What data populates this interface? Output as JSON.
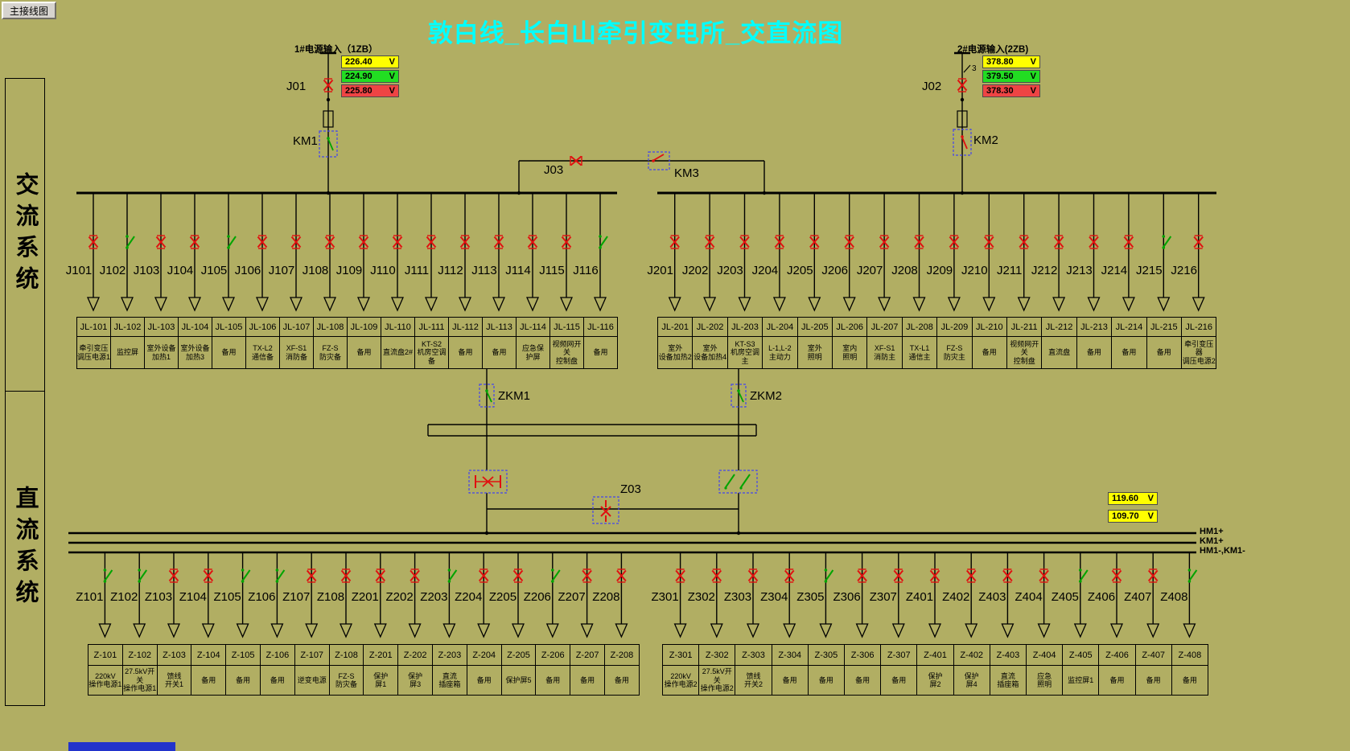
{
  "colors": {
    "background": "#b1ae63",
    "title": "#00ffff",
    "line": "#000000",
    "closed_switch": "#e01010",
    "open_switch": "#00a400",
    "device_box": "#4444ee",
    "bottom_bar": "#2233cc"
  },
  "app": {
    "nav_button": "主接线图",
    "title": "敦白线_长白山牵引变电所_交直流图"
  },
  "side_panels": {
    "ac": "交流系统",
    "dc": "直流系统"
  },
  "source1": {
    "label": "1#电源输入（1ZB）",
    "breaker": "J01",
    "contactor": "KM1",
    "readouts": [
      {
        "value": "226.40",
        "unit": "V",
        "bg": "#ffff00"
      },
      {
        "value": "224.90",
        "unit": "V",
        "bg": "#22dd22"
      },
      {
        "value": "225.80",
        "unit": "V",
        "bg": "#ee4444"
      }
    ]
  },
  "source2": {
    "label": "2#电源输入(2ZB)",
    "breaker": "J02",
    "contactor": "KM2",
    "phase_mark": "3",
    "readouts": [
      {
        "value": "378.80",
        "unit": "V",
        "bg": "#ffff00"
      },
      {
        "value": "379.50",
        "unit": "V",
        "bg": "#22dd22"
      },
      {
        "value": "378.30",
        "unit": "V",
        "bg": "#ee4444"
      }
    ]
  },
  "bus_tie": {
    "breaker": "J03",
    "contactor": "KM3"
  },
  "dc_link": {
    "left_switch": "ZKM1",
    "right_switch": "ZKM2",
    "tie": "Z03"
  },
  "dc_readouts": [
    {
      "value": "119.60",
      "unit": "V",
      "bg": "#ffff00"
    },
    {
      "value": "109.70",
      "unit": "V",
      "bg": "#ffff00"
    }
  ],
  "dc_bus_labels": [
    "HM1+",
    "KM1+",
    "HM1-,KM1-"
  ],
  "ac_left_feeders": [
    {
      "id": "J101",
      "box": "JL-101",
      "desc": "牵引变压\n调压电源1",
      "state": "closed"
    },
    {
      "id": "J102",
      "box": "JL-102",
      "desc": "监控屏",
      "state": "open"
    },
    {
      "id": "J103",
      "box": "JL-103",
      "desc": "室外设备\n加热1",
      "state": "closed"
    },
    {
      "id": "J104",
      "box": "JL-104",
      "desc": "室外设备\n加热3",
      "state": "closed"
    },
    {
      "id": "J105",
      "box": "JL-105",
      "desc": "备用",
      "state": "open"
    },
    {
      "id": "J106",
      "box": "JL-106",
      "desc": "TX-L2\n通信备",
      "state": "closed"
    },
    {
      "id": "J107",
      "box": "JL-107",
      "desc": "XF-S1\n消防备",
      "state": "closed"
    },
    {
      "id": "J108",
      "box": "JL-108",
      "desc": "FZ-S\n防灾备",
      "state": "closed"
    },
    {
      "id": "J109",
      "box": "JL-109",
      "desc": "备用",
      "state": "closed"
    },
    {
      "id": "J110",
      "box": "JL-110",
      "desc": "直流盘2#",
      "state": "closed"
    },
    {
      "id": "J111",
      "box": "JL-111",
      "desc": "KT-S2\n机房空调备",
      "state": "closed"
    },
    {
      "id": "J112",
      "box": "JL-112",
      "desc": "备用",
      "state": "closed"
    },
    {
      "id": "J113",
      "box": "JL-113",
      "desc": "备用",
      "state": "closed"
    },
    {
      "id": "J114",
      "box": "JL-114",
      "desc": "应急保\n护屏",
      "state": "closed"
    },
    {
      "id": "J115",
      "box": "JL-115",
      "desc": "视频网开关\n控制盘",
      "state": "closed"
    },
    {
      "id": "J116",
      "box": "JL-116",
      "desc": "备用",
      "state": "open"
    }
  ],
  "ac_right_feeders": [
    {
      "id": "J201",
      "box": "JL-201",
      "desc": "室外\n设备加热2",
      "state": "closed"
    },
    {
      "id": "J202",
      "box": "JL-202",
      "desc": "室外\n设备加热4",
      "state": "closed"
    },
    {
      "id": "J203",
      "box": "JL-203",
      "desc": "KT-S3\n机房空调主",
      "state": "closed"
    },
    {
      "id": "J204",
      "box": "JL-204",
      "desc": "L-1,L-2\n主动力",
      "state": "closed"
    },
    {
      "id": "J205",
      "box": "JL-205",
      "desc": "室外\n照明",
      "state": "closed"
    },
    {
      "id": "J206",
      "box": "JL-206",
      "desc": "室内\n照明",
      "state": "closed"
    },
    {
      "id": "J207",
      "box": "JL-207",
      "desc": "XF-S1\n消防主",
      "state": "closed"
    },
    {
      "id": "J208",
      "box": "JL-208",
      "desc": "TX-L1\n通信主",
      "state": "closed"
    },
    {
      "id": "J209",
      "box": "JL-209",
      "desc": "FZ-S\n防灾主",
      "state": "closed"
    },
    {
      "id": "J210",
      "box": "JL-210",
      "desc": "备用",
      "state": "closed"
    },
    {
      "id": "J211",
      "box": "JL-211",
      "desc": "视频网开关\n控制盘",
      "state": "closed"
    },
    {
      "id": "J212",
      "box": "JL-212",
      "desc": "直流盘",
      "state": "closed"
    },
    {
      "id": "J213",
      "box": "JL-213",
      "desc": "备用",
      "state": "closed"
    },
    {
      "id": "J214",
      "box": "JL-214",
      "desc": "备用",
      "state": "closed"
    },
    {
      "id": "J215",
      "box": "JL-215",
      "desc": "备用",
      "state": "open"
    },
    {
      "id": "J216",
      "box": "JL-216",
      "desc": "牵引变压器\n调压电源2",
      "state": "closed"
    }
  ],
  "dc_left_feeders": [
    {
      "id": "Z101",
      "box": "Z-101",
      "desc": "220kV\n操作电源1",
      "state": "open"
    },
    {
      "id": "Z102",
      "box": "Z-102",
      "desc": "27.5kV开关\n操作电源1",
      "state": "open"
    },
    {
      "id": "Z103",
      "box": "Z-103",
      "desc": "馈线\n开关1",
      "state": "closed"
    },
    {
      "id": "Z104",
      "box": "Z-104",
      "desc": "备用",
      "state": "closed"
    },
    {
      "id": "Z105",
      "box": "Z-105",
      "desc": "备用",
      "state": "open"
    },
    {
      "id": "Z106",
      "box": "Z-106",
      "desc": "备用",
      "state": "open"
    },
    {
      "id": "Z107",
      "box": "Z-107",
      "desc": "逆变电源",
      "state": "closed"
    },
    {
      "id": "Z108",
      "box": "Z-108",
      "desc": "FZ-S\n防灾备",
      "state": "closed"
    },
    {
      "id": "Z201",
      "box": "Z-201",
      "desc": "保护\n屏1",
      "state": "closed"
    },
    {
      "id": "Z202",
      "box": "Z-202",
      "desc": "保护\n屏3",
      "state": "closed"
    },
    {
      "id": "Z203",
      "box": "Z-203",
      "desc": "直流\n插座箱",
      "state": "open"
    },
    {
      "id": "Z204",
      "box": "Z-204",
      "desc": "备用",
      "state": "closed"
    },
    {
      "id": "Z205",
      "box": "Z-205",
      "desc": "保护屏5",
      "state": "closed"
    },
    {
      "id": "Z206",
      "box": "Z-206",
      "desc": "备用",
      "state": "open"
    },
    {
      "id": "Z207",
      "box": "Z-207",
      "desc": "备用",
      "state": "closed"
    },
    {
      "id": "Z208",
      "box": "Z-208",
      "desc": "备用",
      "state": "closed"
    }
  ],
  "dc_right_feeders": [
    {
      "id": "Z301",
      "box": "Z-301",
      "desc": "220kV\n操作电源2",
      "state": "closed"
    },
    {
      "id": "Z302",
      "box": "Z-302",
      "desc": "27.5kV开关\n操作电源2",
      "state": "closed"
    },
    {
      "id": "Z303",
      "box": "Z-303",
      "desc": "馈线\n开关2",
      "state": "closed"
    },
    {
      "id": "Z304",
      "box": "Z-304",
      "desc": "备用",
      "state": "closed"
    },
    {
      "id": "Z305",
      "box": "Z-305",
      "desc": "备用",
      "state": "open"
    },
    {
      "id": "Z306",
      "box": "Z-306",
      "desc": "备用",
      "state": "closed"
    },
    {
      "id": "Z307",
      "box": "Z-307",
      "desc": "备用",
      "state": "closed"
    },
    {
      "id": "Z401",
      "box": "Z-401",
      "desc": "保护\n屏2",
      "state": "closed"
    },
    {
      "id": "Z402",
      "box": "Z-402",
      "desc": "保护\n屏4",
      "state": "closed"
    },
    {
      "id": "Z403",
      "box": "Z-403",
      "desc": "直流\n插座箱",
      "state": "closed"
    },
    {
      "id": "Z404",
      "box": "Z-404",
      "desc": "应急\n照明",
      "state": "closed"
    },
    {
      "id": "Z405",
      "box": "Z-405",
      "desc": "监控屏1",
      "state": "open"
    },
    {
      "id": "Z406",
      "box": "Z-406",
      "desc": "备用",
      "state": "closed"
    },
    {
      "id": "Z407",
      "box": "Z-407",
      "desc": "备用",
      "state": "closed"
    },
    {
      "id": "Z408",
      "box": "Z-408",
      "desc": "备用",
      "state": "open"
    }
  ]
}
